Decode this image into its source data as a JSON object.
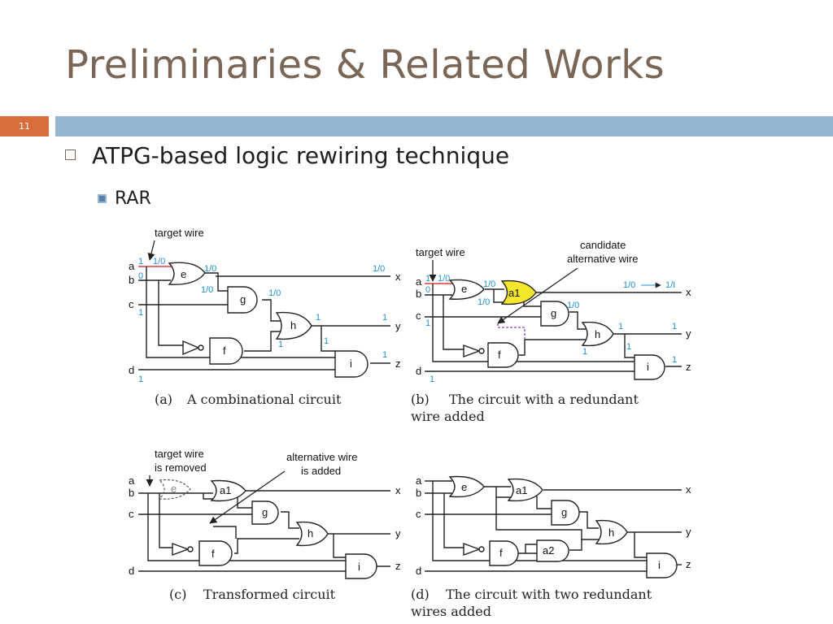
{
  "slide": {
    "title": "Preliminaries & Related Works",
    "number": "11",
    "bullet1": "ATPG-based logic rewiring technique",
    "bullet2": "RAR"
  },
  "figures": {
    "a": {
      "caption_tag": "(a)",
      "caption": "A combinational circuit",
      "annotation": "target wire",
      "inputs": [
        "a",
        "b",
        "c",
        "d"
      ],
      "outputs": [
        "x",
        "y",
        "z"
      ],
      "gates": [
        "e",
        "g",
        "h",
        "f",
        "i"
      ],
      "values": [
        "1",
        "1/0",
        "0",
        "1/0",
        "1/0",
        "1/0",
        "1",
        "1/0",
        "1",
        "1",
        "1",
        "1",
        "1",
        "1"
      ]
    },
    "b": {
      "caption_tag": "(b)",
      "caption_line1": "The circuit with a redundant",
      "caption_line2": "wire added",
      "annotation": "target wire",
      "annotation2_line1": "candidate",
      "annotation2_line2": "alternative wire",
      "inputs": [
        "a",
        "b",
        "c",
        "d"
      ],
      "outputs": [
        "x",
        "y",
        "z"
      ],
      "gates": [
        "e",
        "a1",
        "g",
        "h",
        "f",
        "i"
      ],
      "values": [
        "1",
        "1/0",
        "0",
        "1/0",
        "1/0",
        "1/0",
        "1/0",
        "1/I",
        "1",
        "1",
        "1",
        "1",
        "1",
        "1",
        "1",
        "1"
      ]
    },
    "c": {
      "caption_tag": "(c)",
      "caption": "Transformed circuit",
      "annotation_line1": "target wire",
      "annotation_line2": "is removed",
      "annotation2_line1": "alternative wire",
      "annotation2_line2": "is added",
      "inputs": [
        "a",
        "b",
        "c",
        "d"
      ],
      "outputs": [
        "x",
        "y",
        "z"
      ],
      "gates": [
        "e",
        "a1",
        "g",
        "h",
        "f",
        "i"
      ]
    },
    "d": {
      "caption_tag": "(d)",
      "caption_line1": "The circuit with two redundant",
      "caption_line2": "wires added",
      "inputs": [
        "a",
        "b",
        "c",
        "d"
      ],
      "outputs": [
        "x",
        "y",
        "z"
      ],
      "gates": [
        "e",
        "a1",
        "g",
        "h",
        "f",
        "a2",
        "i"
      ]
    }
  }
}
